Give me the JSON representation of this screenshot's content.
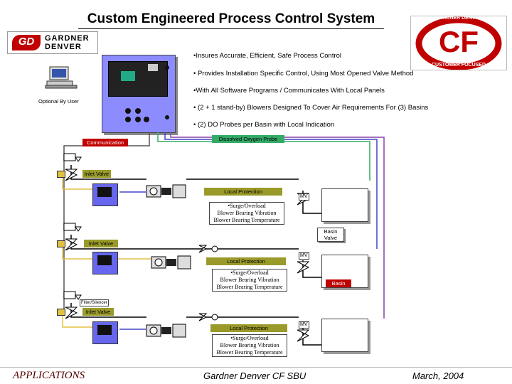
{
  "title": "Custom Engineered Process Control System",
  "logo_gd": {
    "initials": "GD",
    "line1": "GARDNER",
    "line2": "DENVER"
  },
  "logo_cf": {
    "letters": "CF",
    "ring_top": "GARDNER DENVER",
    "ring_bottom": "CUSTOMER FOCUSED"
  },
  "bullets": [
    "•Insures Accurate, Efficient, Safe Process Control",
    "• Provides Installation Specific Control, Using Most Opened Valve Method",
    "•With All Software Programs /  Communicates With Local Panels",
    "• (2 + 1 stand-by) Blowers Designed To Cover Air Requirements For (3) Basins",
    "• (2) DO Probes per Basin with Local Indication"
  ],
  "optional_label": "Optional By User",
  "communication_label": "Communication",
  "do_probe_label": "Dissolved Oxygen Probe",
  "basin_valve_label": "Basin\nValve",
  "basin_label": "Basin",
  "filter_label": "Filter/Silencer",
  "mv_label": "MV",
  "trains": [
    {
      "inlet_label": "Inlet Valve",
      "protection_label": "Local Protection",
      "protection_lines": [
        "•Surge/Overload",
        "Blower Bearing Vibration",
        "Blower Bearing Temperature"
      ]
    },
    {
      "inlet_label": "Inlet Valve",
      "protection_label": "Local Protection",
      "protection_lines": [
        "•Surge/Overload",
        "Blower Bearing Vibration",
        "Blower Bearing Temperature"
      ]
    },
    {
      "inlet_label": "Inlet Valve",
      "protection_label": "Local Protection",
      "protection_lines": [
        "•Surge/Overload",
        "Blower Bearing Vibration",
        "Blower Bearing Temperature"
      ]
    }
  ],
  "footer": {
    "left": "APPLICATIONS",
    "center": "Gardner Denver CF SBU",
    "right": "March, 2004"
  },
  "colors": {
    "panel": "#8c8cff",
    "olive": "#9a9a2a",
    "red": "#c00000",
    "line_blue": "#4444cc",
    "line_yellow": "#e0c040",
    "line_green": "#33aa66",
    "line_purple": "#8844aa",
    "line_gray": "#555555"
  }
}
